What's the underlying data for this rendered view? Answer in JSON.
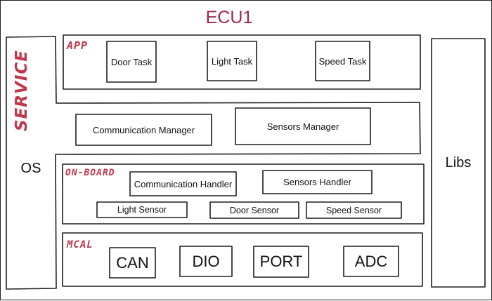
{
  "title": "ECU1",
  "left_column": {
    "service_label": "SERVICE",
    "os_label": "OS"
  },
  "right_column": {
    "libs_label": "Libs"
  },
  "app_layer": {
    "label": "APP",
    "tasks": [
      "Door Task",
      "Light Task",
      "Speed Task"
    ]
  },
  "service_layer": {
    "managers": [
      "Communication Manager",
      "Sensors Manager"
    ]
  },
  "onboard_layer": {
    "label": "ON-BOARD",
    "handlers": [
      "Communication Handler",
      "Sensors Handler"
    ],
    "sensors": [
      "Light Sensor",
      "Door Sensor",
      "Speed Sensor"
    ]
  },
  "mcal_layer": {
    "label": "MCAL",
    "drivers": [
      "CAN",
      "DIO",
      "PORT",
      "ADC"
    ]
  },
  "colors": {
    "accent_red": "#c0384b",
    "title_crimson": "#a8234f",
    "stroke": "#1e1e1e"
  }
}
